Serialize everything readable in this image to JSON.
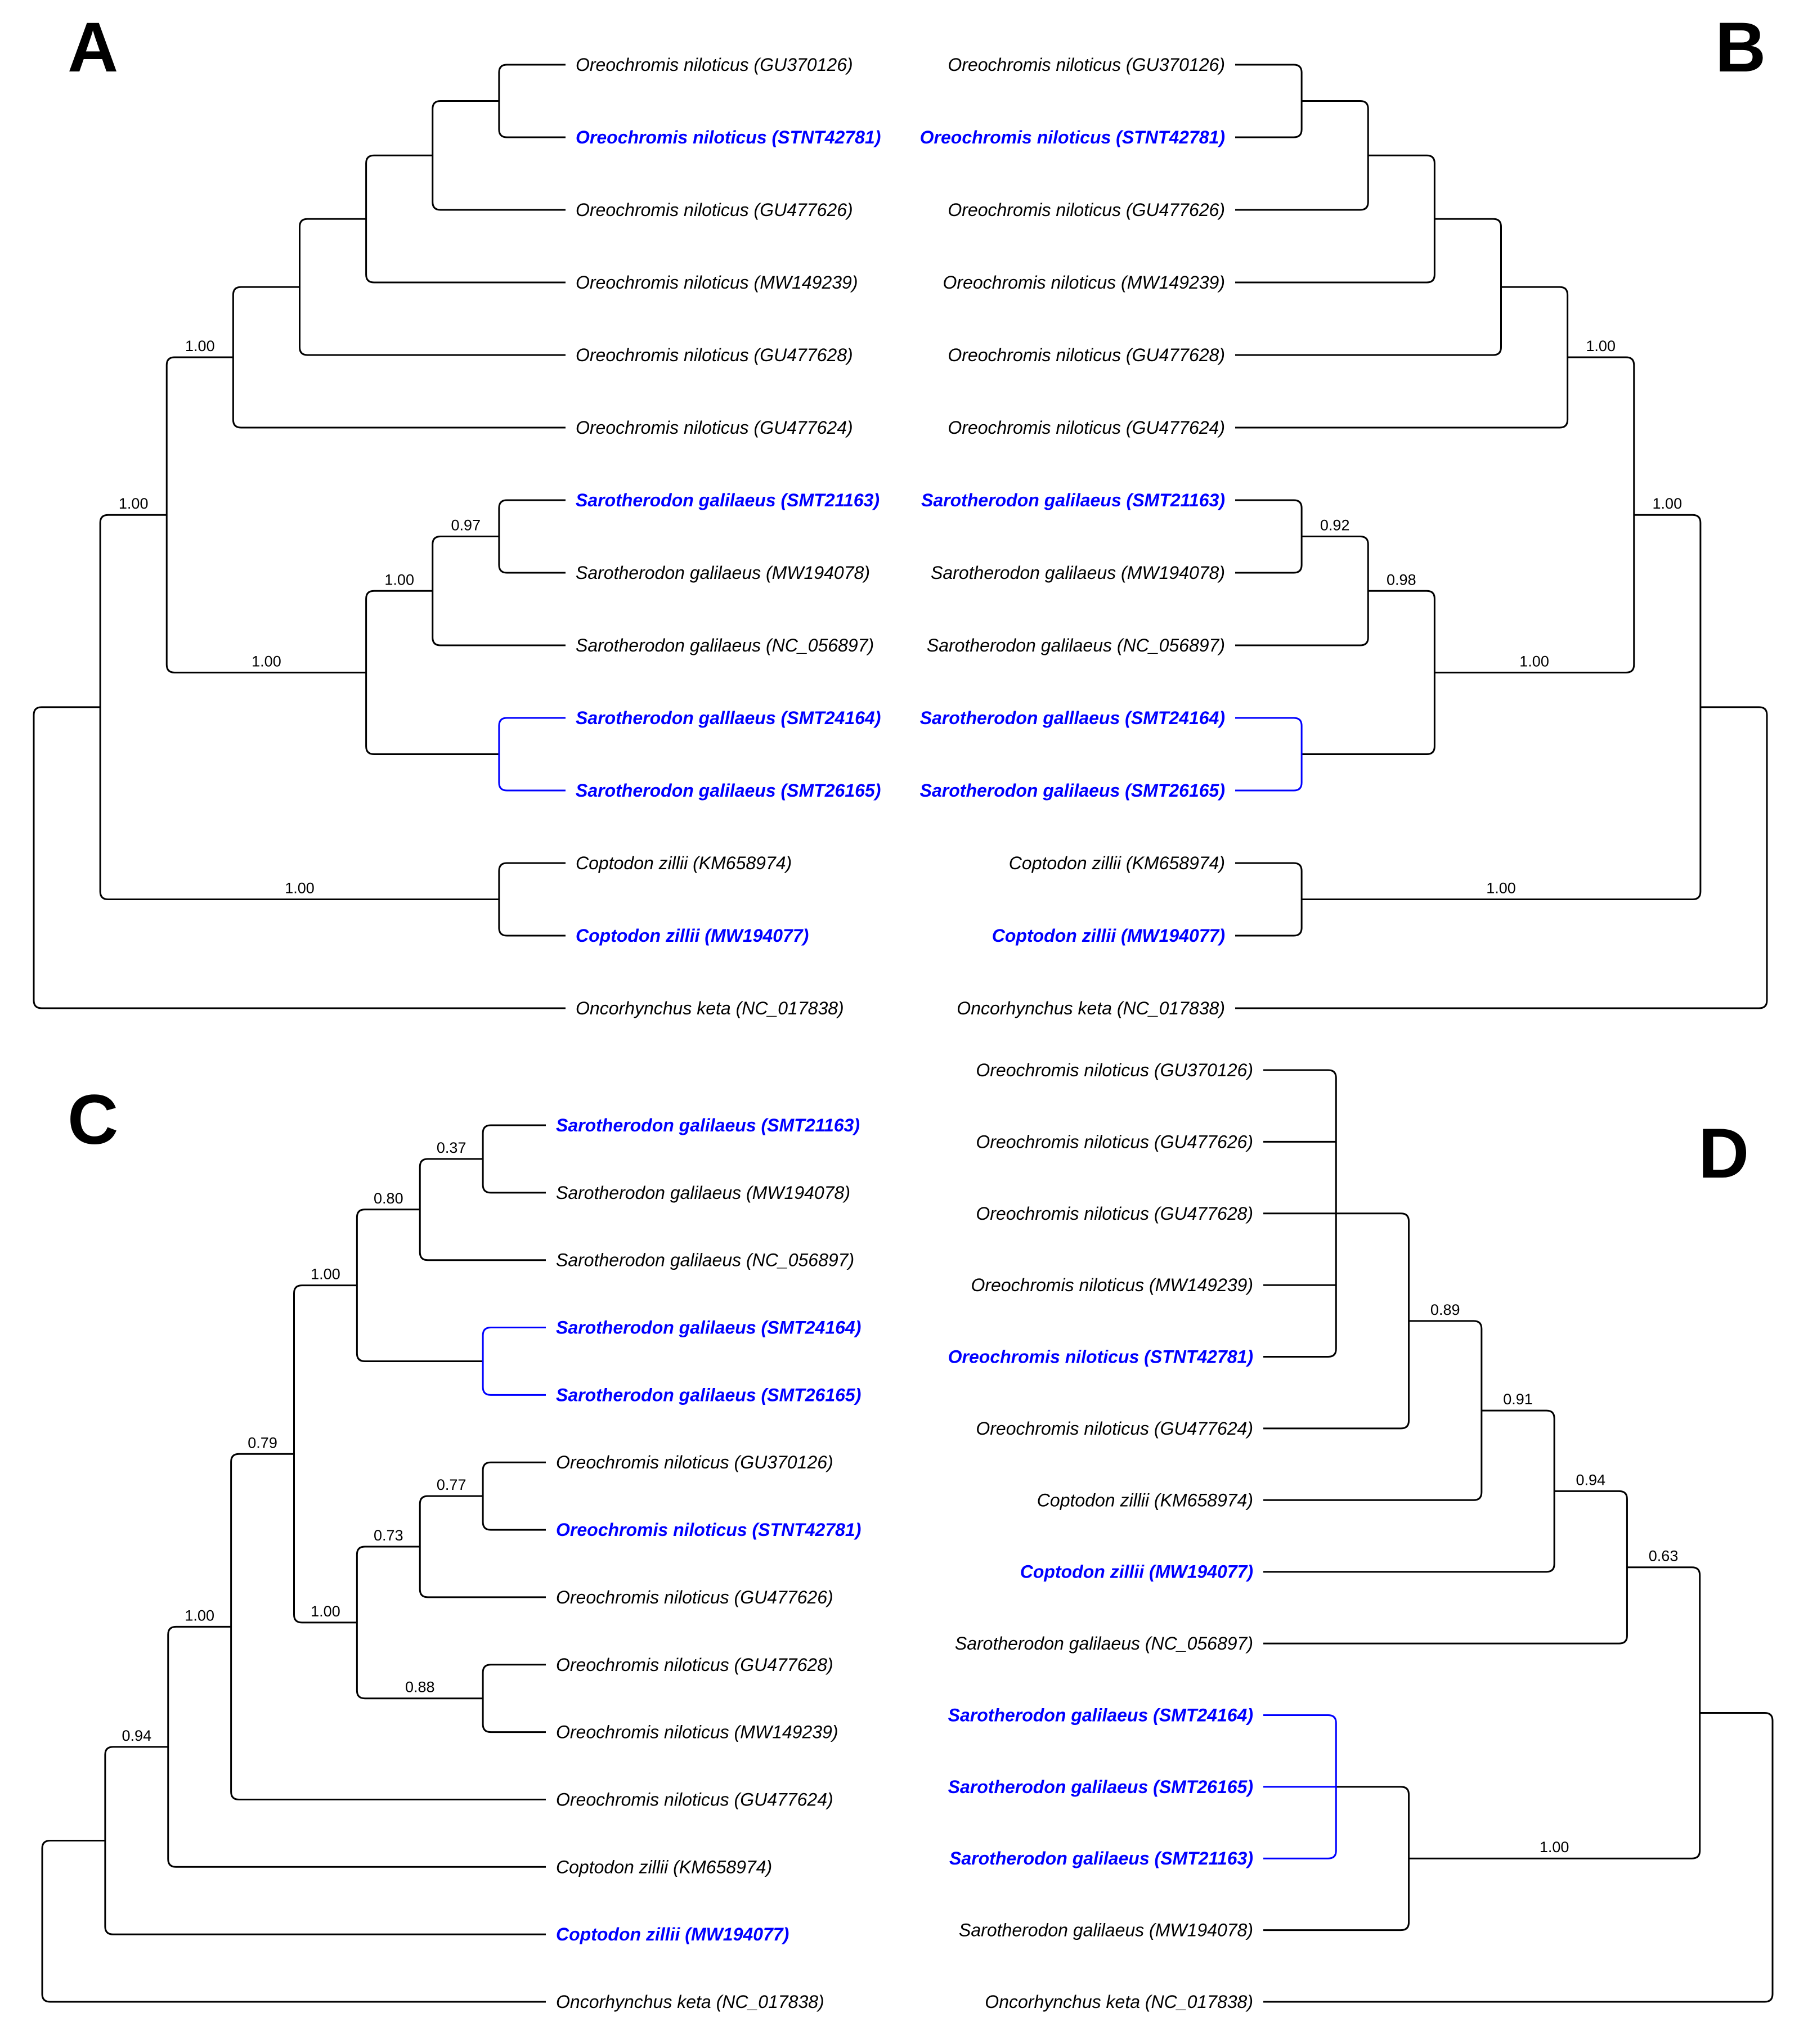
{
  "figure": {
    "background": "#ffffff",
    "branch_color": "#000000",
    "highlight_color": "#0000ff",
    "text_color": "#000000"
  },
  "panels": [
    {
      "letter": "A",
      "orientation": "left",
      "tree": {
        "c": [
          {
            "c": [
              {
                "s": "1.00",
                "c": [
                  {
                    "s": "1.00",
                    "c": [
                      {
                        "c": [
                          {
                            "c": [
                              {
                                "c": [
                                  {
                                    "c": [
                                      {
                                        "l": "Oreochromis niloticus (GU370126)"
                                      },
                                      {
                                        "l": "Oreochromis niloticus (STNT42781)",
                                        "hl": true
                                      }
                                    ]
                                  },
                                  {
                                    "l": "Oreochromis niloticus (GU477626)"
                                  }
                                ]
                              },
                              {
                                "l": "Oreochromis niloticus (MW149239)"
                              }
                            ]
                          },
                          {
                            "l": "Oreochromis niloticus (GU477628)"
                          }
                        ]
                      },
                      {
                        "l": "Oreochromis niloticus (GU477624)"
                      }
                    ]
                  },
                  {
                    "s": "1.00",
                    "c": [
                      {
                        "s": "1.00",
                        "c": [
                          {
                            "s": "0.97",
                            "c": [
                              {
                                "l": "Sarotherodon galilaeus (SMT21163)",
                                "hl": true
                              },
                              {
                                "l": "Sarotherodon galilaeus (MW194078)"
                              }
                            ]
                          },
                          {
                            "l": "Sarotherodon galilaeus (NC_056897)"
                          }
                        ]
                      },
                      {
                        "blue": true,
                        "c": [
                          {
                            "l": "Sarotherodon galllaeus (SMT24164)",
                            "hl": true
                          },
                          {
                            "l": "Sarotherodon galilaeus (SMT26165)",
                            "hl": true
                          }
                        ]
                      }
                    ]
                  }
                ]
              },
              {
                "s": "1.00",
                "c": [
                  {
                    "l": "Coptodon zillii (KM658974)"
                  },
                  {
                    "l": "Coptodon zillii (MW194077)",
                    "hl": true
                  }
                ]
              }
            ]
          },
          {
            "l": "Oncorhynchus keta (NC_017838)"
          }
        ]
      }
    },
    {
      "letter": "B",
      "orientation": "right",
      "tree": {
        "c": [
          {
            "c": [
              {
                "s": "1.00",
                "c": [
                  {
                    "s": "1.00",
                    "c": [
                      {
                        "c": [
                          {
                            "c": [
                              {
                                "c": [
                                  {
                                    "c": [
                                      {
                                        "l": "Oreochromis niloticus (GU370126)"
                                      },
                                      {
                                        "l": "Oreochromis niloticus (STNT42781)",
                                        "hl": true
                                      }
                                    ]
                                  },
                                  {
                                    "l": "Oreochromis niloticus (GU477626)"
                                  }
                                ]
                              },
                              {
                                "l": "Oreochromis niloticus (MW149239)"
                              }
                            ]
                          },
                          {
                            "l": "Oreochromis niloticus (GU477628)"
                          }
                        ]
                      },
                      {
                        "l": "Oreochromis niloticus (GU477624)"
                      }
                    ]
                  },
                  {
                    "s": "1.00",
                    "c": [
                      {
                        "s": "0.98",
                        "c": [
                          {
                            "s": "0.92",
                            "c": [
                              {
                                "l": "Sarotherodon galilaeus (SMT21163)",
                                "hl": true
                              },
                              {
                                "l": "Sarotherodon galilaeus (MW194078)"
                              }
                            ]
                          },
                          {
                            "l": "Sarotherodon galilaeus (NC_056897)"
                          }
                        ]
                      },
                      {
                        "blue": true,
                        "c": [
                          {
                            "l": "Sarotherodon galllaeus (SMT24164)",
                            "hl": true
                          },
                          {
                            "l": "Sarotherodon galilaeus (SMT26165)",
                            "hl": true
                          }
                        ]
                      }
                    ]
                  }
                ]
              },
              {
                "s": "1.00",
                "c": [
                  {
                    "l": "Coptodon zillii (KM658974)"
                  },
                  {
                    "l": "Coptodon zillii (MW194077)",
                    "hl": true
                  }
                ]
              }
            ]
          },
          {
            "l": "Oncorhynchus keta (NC_017838)"
          }
        ]
      }
    },
    {
      "letter": "C",
      "orientation": "left",
      "tree": {
        "c": [
          {
            "c": [
              {
                "s": "0.94",
                "c": [
                  {
                    "s": "1.00",
                    "c": [
                      {
                        "s": "0.79",
                        "c": [
                          {
                            "s": "1.00",
                            "c": [
                              {
                                "s": "0.80",
                                "c": [
                                  {
                                    "s": "0.37",
                                    "c": [
                                      {
                                        "l": "Sarotherodon galilaeus (SMT21163)",
                                        "hl": true
                                      },
                                      {
                                        "l": "Sarotherodon galilaeus (MW194078)"
                                      }
                                    ]
                                  },
                                  {
                                    "l": "Sarotherodon galilaeus (NC_056897)"
                                  }
                                ]
                              },
                              {
                                "blue": true,
                                "c": [
                                  {
                                    "l": "Sarotherodon galilaeus (SMT24164)",
                                    "hl": true
                                  },
                                  {
                                    "l": "Sarotherodon galilaeus (SMT26165)",
                                    "hl": true
                                  }
                                ]
                              }
                            ]
                          },
                          {
                            "s": "1.00",
                            "c": [
                              {
                                "s": "0.73",
                                "c": [
                                  {
                                    "s": "0.77",
                                    "c": [
                                      {
                                        "l": "Oreochromis niloticus (GU370126)"
                                      },
                                      {
                                        "l": "Oreochromis niloticus (STNT42781)",
                                        "hl": true
                                      }
                                    ]
                                  },
                                  {
                                    "l": "Oreochromis niloticus (GU477626)"
                                  }
                                ]
                              },
                              {
                                "s": "0.88",
                                "c": [
                                  {
                                    "l": "Oreochromis niloticus (GU477628)"
                                  },
                                  {
                                    "l": "Oreochromis niloticus (MW149239)"
                                  }
                                ]
                              }
                            ]
                          }
                        ]
                      },
                      {
                        "l": "Oreochromis niloticus (GU477624)"
                      }
                    ]
                  },
                  {
                    "l": "Coptodon zillii (KM658974)"
                  }
                ]
              },
              {
                "l": "Coptodon zillii (MW194077)",
                "hl": true
              }
            ]
          },
          {
            "l": "Oncorhynchus keta (NC_017838)"
          }
        ]
      }
    },
    {
      "letter": "D",
      "orientation": "right",
      "tree": {
        "c": [
          {
            "c": [
              {
                "s": "0.63",
                "c": [
                  {
                    "s": "0.94",
                    "c": [
                      {
                        "s": "0.91",
                        "c": [
                          {
                            "s": "0.89",
                            "c": [
                              {
                                "c": [
                                  {
                                    "l": "Oreochromis niloticus (GU370126)"
                                  },
                                  {
                                    "l": "Oreochromis niloticus (GU477626)"
                                  },
                                  {
                                    "l": "Oreochromis niloticus (GU477628)"
                                  },
                                  {
                                    "l": "Oreochromis niloticus (MW149239)"
                                  },
                                  {
                                    "l": "Oreochromis niloticus (STNT42781)",
                                    "hl": true
                                  }
                                ]
                              },
                              {
                                "l": "Oreochromis niloticus (GU477624)"
                              }
                            ]
                          },
                          {
                            "l": "Coptodon zillii (KM658974)"
                          }
                        ]
                      },
                      {
                        "l": "Coptodon zillii (MW194077)",
                        "hl": true
                      }
                    ]
                  },
                  {
                    "l": "Sarotherodon galilaeus (NC_056897)"
                  }
                ]
              },
              {
                "s": "1.00",
                "c": [
                  {
                    "blue": true,
                    "c": [
                      {
                        "l": "Sarotherodon galilaeus (SMT24164)",
                        "hl": true
                      },
                      {
                        "l": "Sarotherodon galilaeus (SMT26165)",
                        "hl": true
                      },
                      {
                        "l": "Sarotherodon galilaeus (SMT21163)",
                        "hl": true
                      }
                    ]
                  },
                  {
                    "l": "Sarotherodon galilaeus (MW194078)"
                  }
                ]
              }
            ]
          },
          {
            "l": "Oncorhynchus keta (NC_017838)"
          }
        ]
      }
    }
  ]
}
